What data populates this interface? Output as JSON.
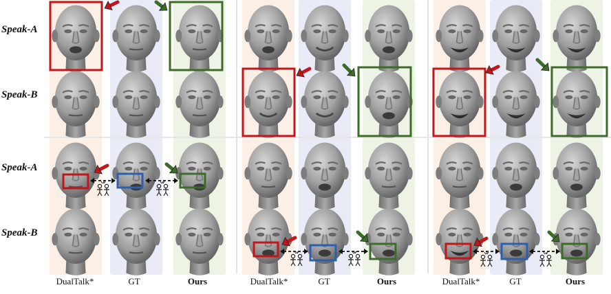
{
  "row_labels": [
    "Speak-A",
    "Speak-B",
    "Speak-A",
    "Speak-B"
  ],
  "column_labels": [
    {
      "text": "DualTalk*",
      "bold": false
    },
    {
      "text": "GT",
      "bold": false
    },
    {
      "text": "Ours",
      "bold": true
    },
    {
      "text": "DualTalk*",
      "bold": false
    },
    {
      "text": "GT",
      "bold": false
    },
    {
      "text": "Ours",
      "bold": true
    },
    {
      "text": "DualTalk*",
      "bold": false
    },
    {
      "text": "GT",
      "bold": false
    },
    {
      "text": "Ours",
      "bold": true
    }
  ],
  "colors": {
    "red": "#c0161c",
    "green": "#3d6b2a",
    "blue": "#2d5fae",
    "bg_dualtalk": "#fbefe6",
    "bg_gt": "#e9ecf6",
    "bg_ours": "#edf4e6",
    "head_fill": "#9a9a9a",
    "head_dark": "#5e5e5e"
  }
}
